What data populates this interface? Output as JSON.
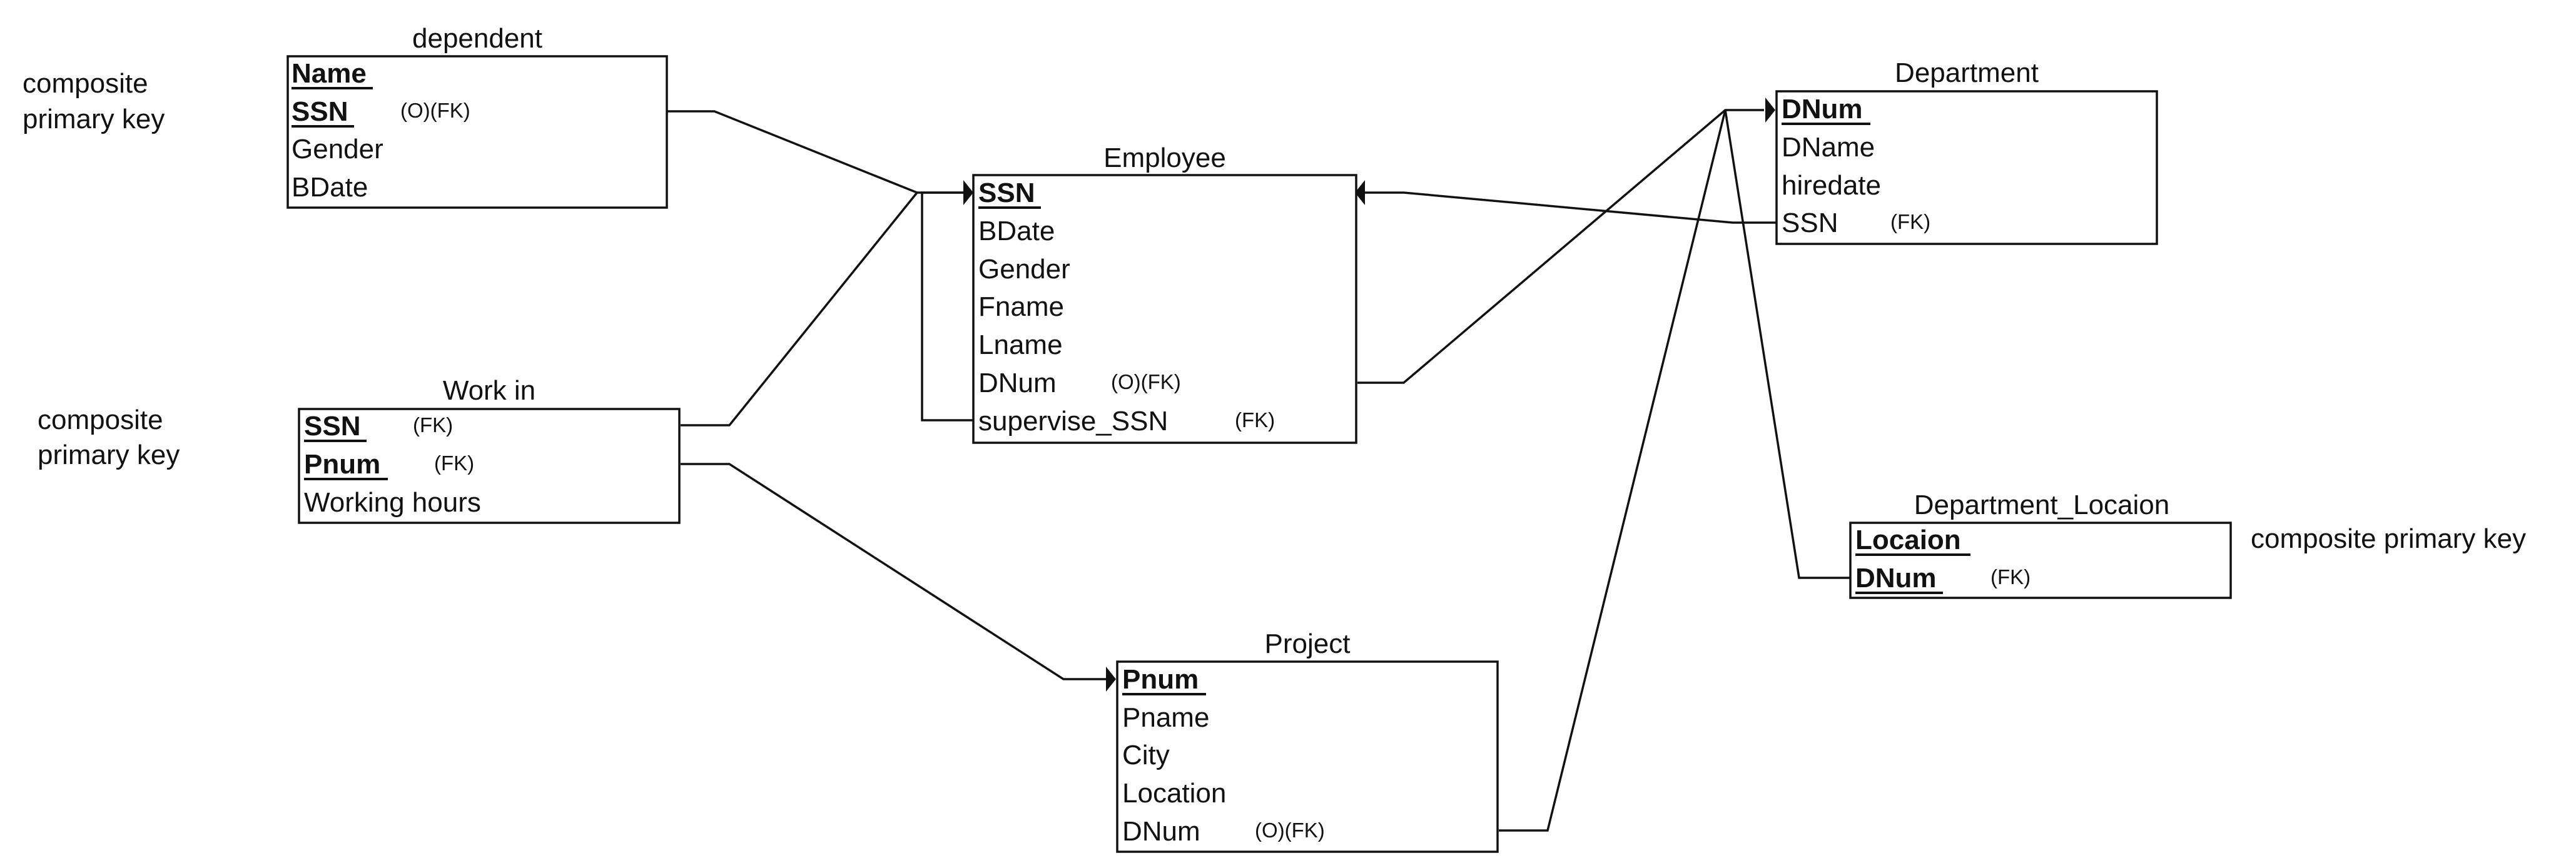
{
  "entities": {
    "dependent": {
      "title": "dependent",
      "fields": [
        {
          "name": "Name",
          "pk": true,
          "tag": ""
        },
        {
          "name": "SSN",
          "pk": true,
          "tag": "(O)(FK)"
        },
        {
          "name": "Gender",
          "pk": false,
          "tag": ""
        },
        {
          "name": "BDate",
          "pk": false,
          "tag": ""
        }
      ]
    },
    "employee": {
      "title": "Employee",
      "fields": [
        {
          "name": "SSN",
          "pk": true,
          "tag": ""
        },
        {
          "name": "BDate",
          "pk": false,
          "tag": ""
        },
        {
          "name": "Gender",
          "pk": false,
          "tag": ""
        },
        {
          "name": "Fname",
          "pk": false,
          "tag": ""
        },
        {
          "name": "Lname",
          "pk": false,
          "tag": ""
        },
        {
          "name": "DNum",
          "pk": false,
          "tag": "(O)(FK)"
        },
        {
          "name": "supervise_SSN",
          "pk": false,
          "tag": "(FK)"
        }
      ]
    },
    "department": {
      "title": "Department",
      "fields": [
        {
          "name": "DNum",
          "pk": true,
          "tag": ""
        },
        {
          "name": "DName",
          "pk": false,
          "tag": ""
        },
        {
          "name": "hiredate",
          "pk": false,
          "tag": ""
        },
        {
          "name": "SSN",
          "pk": false,
          "tag": "(FK)"
        }
      ]
    },
    "work_in": {
      "title": "Work in",
      "fields": [
        {
          "name": "SSN",
          "pk": true,
          "tag": "(FK)"
        },
        {
          "name": "Pnum",
          "pk": true,
          "tag": "(FK)"
        },
        {
          "name": "Working hours",
          "pk": false,
          "tag": ""
        }
      ]
    },
    "department_location": {
      "title": "Department_Locaion",
      "fields": [
        {
          "name": "Locaion",
          "pk": true,
          "tag": ""
        },
        {
          "name": "DNum",
          "pk": true,
          "tag": "(FK)"
        }
      ]
    },
    "project": {
      "title": "Project",
      "fields": [
        {
          "name": "Pnum",
          "pk": true,
          "tag": ""
        },
        {
          "name": "Pname",
          "pk": false,
          "tag": ""
        },
        {
          "name": "City",
          "pk": false,
          "tag": ""
        },
        {
          "name": "Location",
          "pk": false,
          "tag": ""
        },
        {
          "name": "DNum",
          "pk": false,
          "tag": "(O)(FK)"
        }
      ]
    }
  },
  "notes": {
    "dependent_line1": "composite",
    "dependent_line2": "primary key",
    "work_in_line1": "composite",
    "work_in_line2": "primary key",
    "location": "composite primary key"
  }
}
